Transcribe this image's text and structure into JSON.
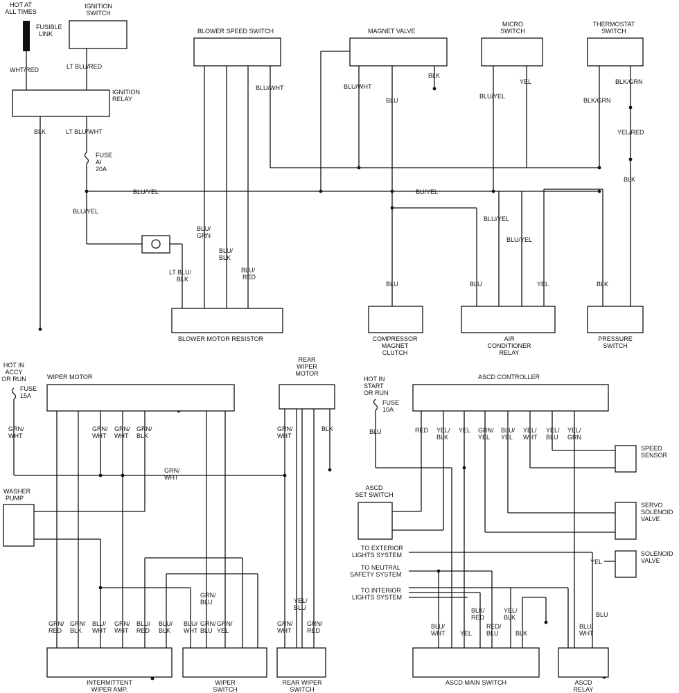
{
  "top": {
    "hot": [
      "HOT AT",
      "ALL TIMES"
    ],
    "fusible_link": [
      "FUSIBLE",
      "LINK"
    ],
    "ignition_switch": [
      "IGNITION",
      "SWITCH"
    ],
    "wht_red": "WHT/RED",
    "lt_blu_red": "LT BLU/RED",
    "ignition_relay": [
      "IGNITION",
      "RELAY"
    ],
    "blk": "BLK",
    "lt_blu_wht": "LT BLU/WHT",
    "fuse": [
      "FUSE",
      "AI",
      "20A"
    ],
    "blu_yel": "BLU/YEL",
    "bu_yel": "BU/YEL",
    "blower_speed_switch": "BLOWER SPEED SWITCH",
    "blu_wht": "BLU/WHT",
    "blu_grn": [
      "BLU/",
      "GRN"
    ],
    "blu_blk": [
      "BLU/",
      "BLK"
    ],
    "blu_red": [
      "BLU/",
      "RED"
    ],
    "lt_blu_blk": [
      "LT BLU/",
      "BLK"
    ],
    "blower_motor_resistor": "BLOWER MOTOR RESISTOR",
    "magnet_valve": "MAGNET VALVE",
    "blu": "BLU",
    "micro_switch": [
      "MICRO",
      "SWITCH"
    ],
    "yel": "YEL",
    "thermostat_switch": [
      "THERMOSTAT",
      "SWITCH"
    ],
    "blk_grn": "BLK/GRN",
    "yel_red": "YEL/RED",
    "compressor": [
      "COMPRESSOR",
      "MAGNET",
      "CLUTCH"
    ],
    "ac_relay": [
      "AIR",
      "CONDITIONER",
      "RELAY"
    ],
    "pressure_switch": [
      "PRESSURE",
      "SWITCH"
    ]
  },
  "wiper": {
    "hot": [
      "HOT IN",
      "ACCY",
      "OR RUN"
    ],
    "fuse": [
      "FUSE",
      "15A"
    ],
    "wiper_motor": "WIPER MOTOR",
    "grn_wht": [
      "GRN/",
      "WHT"
    ],
    "grn_blk": [
      "GRN/",
      "BLK"
    ],
    "washer_pump": [
      "WASHER",
      "PUMP"
    ],
    "rear_wiper_motor": [
      "REAR",
      "WIPER",
      "MOTOR"
    ],
    "blk": "BLK",
    "grn_blu": [
      "GRN/",
      "BLU"
    ],
    "yel_blu": [
      "YEL/",
      "BLU"
    ],
    "bottom_labels": [
      [
        "GRN/",
        "RED"
      ],
      [
        "GRN/",
        "BLK"
      ],
      [
        "BLU/",
        "WHT"
      ],
      [
        "GRN/",
        "WHT"
      ],
      [
        "BLU/",
        "RED"
      ],
      [
        "BLU/",
        "BLK"
      ],
      [
        "BLU/",
        "WHT"
      ],
      [
        "GRN/",
        "BLU"
      ],
      [
        "GRN/",
        "YEL"
      ]
    ],
    "rear_bottom_labels": [
      [
        "GRN/",
        "WHT"
      ],
      [
        "GRN/",
        "RED"
      ]
    ],
    "int_amp": [
      "INTERMITTENT",
      "WIPER AMP."
    ],
    "wiper_switch": [
      "WIPER",
      "SWITCH"
    ],
    "rear_wiper_switch": [
      "REAR WIPER",
      "SWITCH"
    ]
  },
  "ascd": {
    "hot": [
      "HOT IN",
      "START",
      "OR RUN"
    ],
    "fuse": [
      "FUSE",
      "10A"
    ],
    "controller": "ASCD CONTROLLER",
    "top_labels": [
      [
        "BLU"
      ],
      [
        "RED"
      ],
      [
        "YEL/",
        "BLK"
      ],
      [
        "YEL"
      ],
      [
        "GRN/",
        "YEL"
      ],
      [
        "BLU/",
        "YEL"
      ],
      [
        "YEL/",
        "WHT"
      ],
      [
        "YEL/",
        "BLU"
      ],
      [
        "YEL/",
        "GRN"
      ]
    ],
    "speed_sensor": [
      "SPEED",
      "SENSOR"
    ],
    "set_switch": [
      "ASCD",
      "SET SWITCH"
    ],
    "servo_valve": [
      "SERVO",
      "SOLENOID",
      "VALVE"
    ],
    "exterior": [
      "TO EXTERIOR",
      "LIGHTS SYSTEM"
    ],
    "yel": "YEL",
    "solenoid_valve": [
      "SOLENOID",
      "VALVE"
    ],
    "neutral": [
      "TO NEUTRAL",
      "SAFETY SYSTEM"
    ],
    "interior": [
      "TO INTERIOR",
      "LIGHTS SYSTEM"
    ],
    "bottom_labels": [
      [
        "BLU/",
        "WHT"
      ],
      [
        "YEL"
      ],
      [
        "BLK/",
        "RED"
      ],
      [
        "RED/",
        "BLU"
      ],
      [
        "YEL/",
        "BLK"
      ],
      [
        "BLK"
      ]
    ],
    "relay_labels": [
      [
        "BLU"
      ],
      [
        "BLU/",
        "WHT"
      ]
    ],
    "main_switch": "ASCD MAIN SWITCH",
    "relay": [
      "ASCD",
      "RELAY"
    ]
  }
}
